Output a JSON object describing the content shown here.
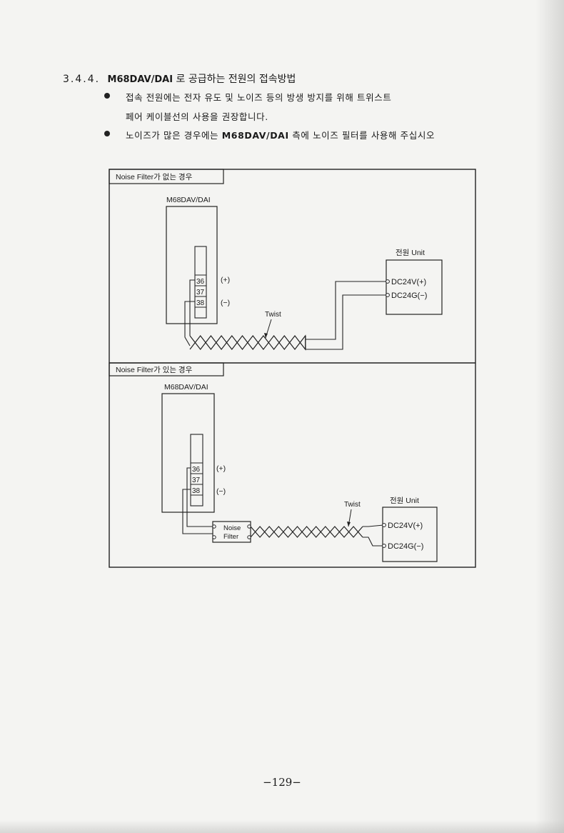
{
  "section": {
    "number": "3.4.4.",
    "model": "M68DAV/DAI",
    "title_rest": "로 공급하는 전원의 접속방법"
  },
  "bullets": [
    {
      "line1": "접속 전원에는 전자 유도 및 노이즈 등의 방생 방지를 위해 트위스트",
      "line2": "페어 케이블선의 사용을 권장합니다."
    },
    {
      "pre": "노이즈가 많은 경우에는 ",
      "model": "M68DAV/DAI",
      "post": " 측에 노이즈 필터를 사용해 주십시오"
    }
  ],
  "diagram_top": {
    "label": "Noise Filter가 없는 경우",
    "module": "M68DAV/DAI",
    "terminals": [
      "36",
      "37",
      "38"
    ],
    "plus": "(+)",
    "minus": "(−)",
    "twist": "Twist",
    "power_unit": "전원 Unit",
    "dc_plus": "DC24V(+)",
    "dc_minus": "DC24G(−)"
  },
  "diagram_bottom": {
    "label": "Noise Filter가 있는 경우",
    "module": "M68DAV/DAI",
    "terminals": [
      "36",
      "37",
      "38"
    ],
    "plus": "(+)",
    "minus": "(−)",
    "filter_line1": "Noise",
    "filter_line2": "Filter",
    "twist": "Twist",
    "power_unit": "전원 Unit",
    "dc_plus": "DC24V(+)",
    "dc_minus": "DC24G(−)"
  },
  "page_number": "−129−"
}
